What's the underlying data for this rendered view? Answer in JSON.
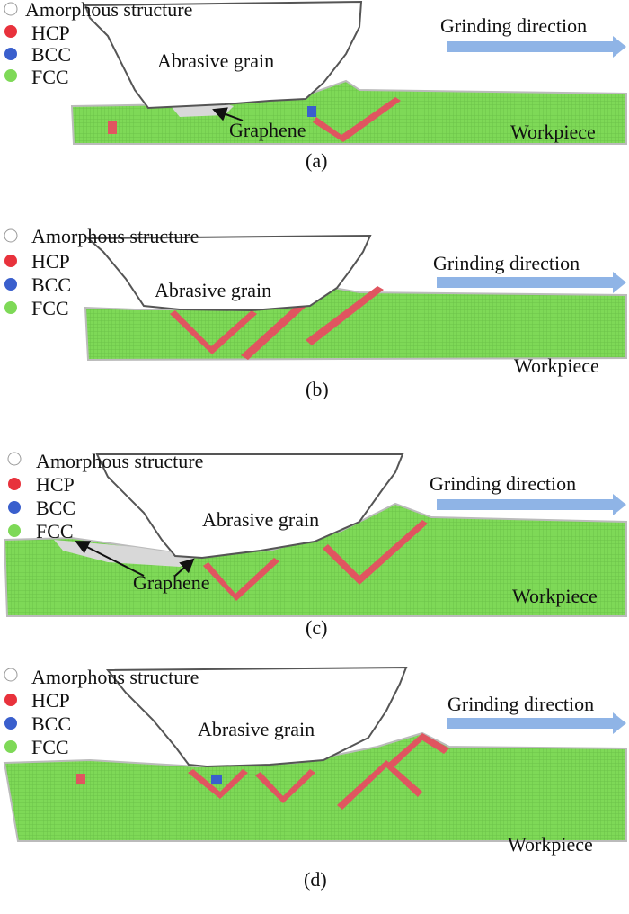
{
  "legend": [
    {
      "label": "Amorphous structure",
      "color": "#ffffff"
    },
    {
      "label": "HCP",
      "color": "#e8323c"
    },
    {
      "label": "BCC",
      "color": "#3a5fcd"
    },
    {
      "label": "FCC",
      "color": "#7ed957"
    }
  ],
  "labels": {
    "grinding_direction": "Grinding direction",
    "abrasive_grain": "Abrasive grain",
    "workpiece": "Workpiece",
    "graphene": "Graphene"
  },
  "panels": [
    {
      "caption": "(a)"
    },
    {
      "caption": "(b)"
    },
    {
      "caption": "(c)"
    },
    {
      "caption": "(d)"
    }
  ],
  "colors": {
    "fcc": "#7ed957",
    "hcp": "#e05560",
    "bcc": "#3a5fcd",
    "amorphous": "#d8d8d8",
    "arrow": "#8fb4e6"
  }
}
